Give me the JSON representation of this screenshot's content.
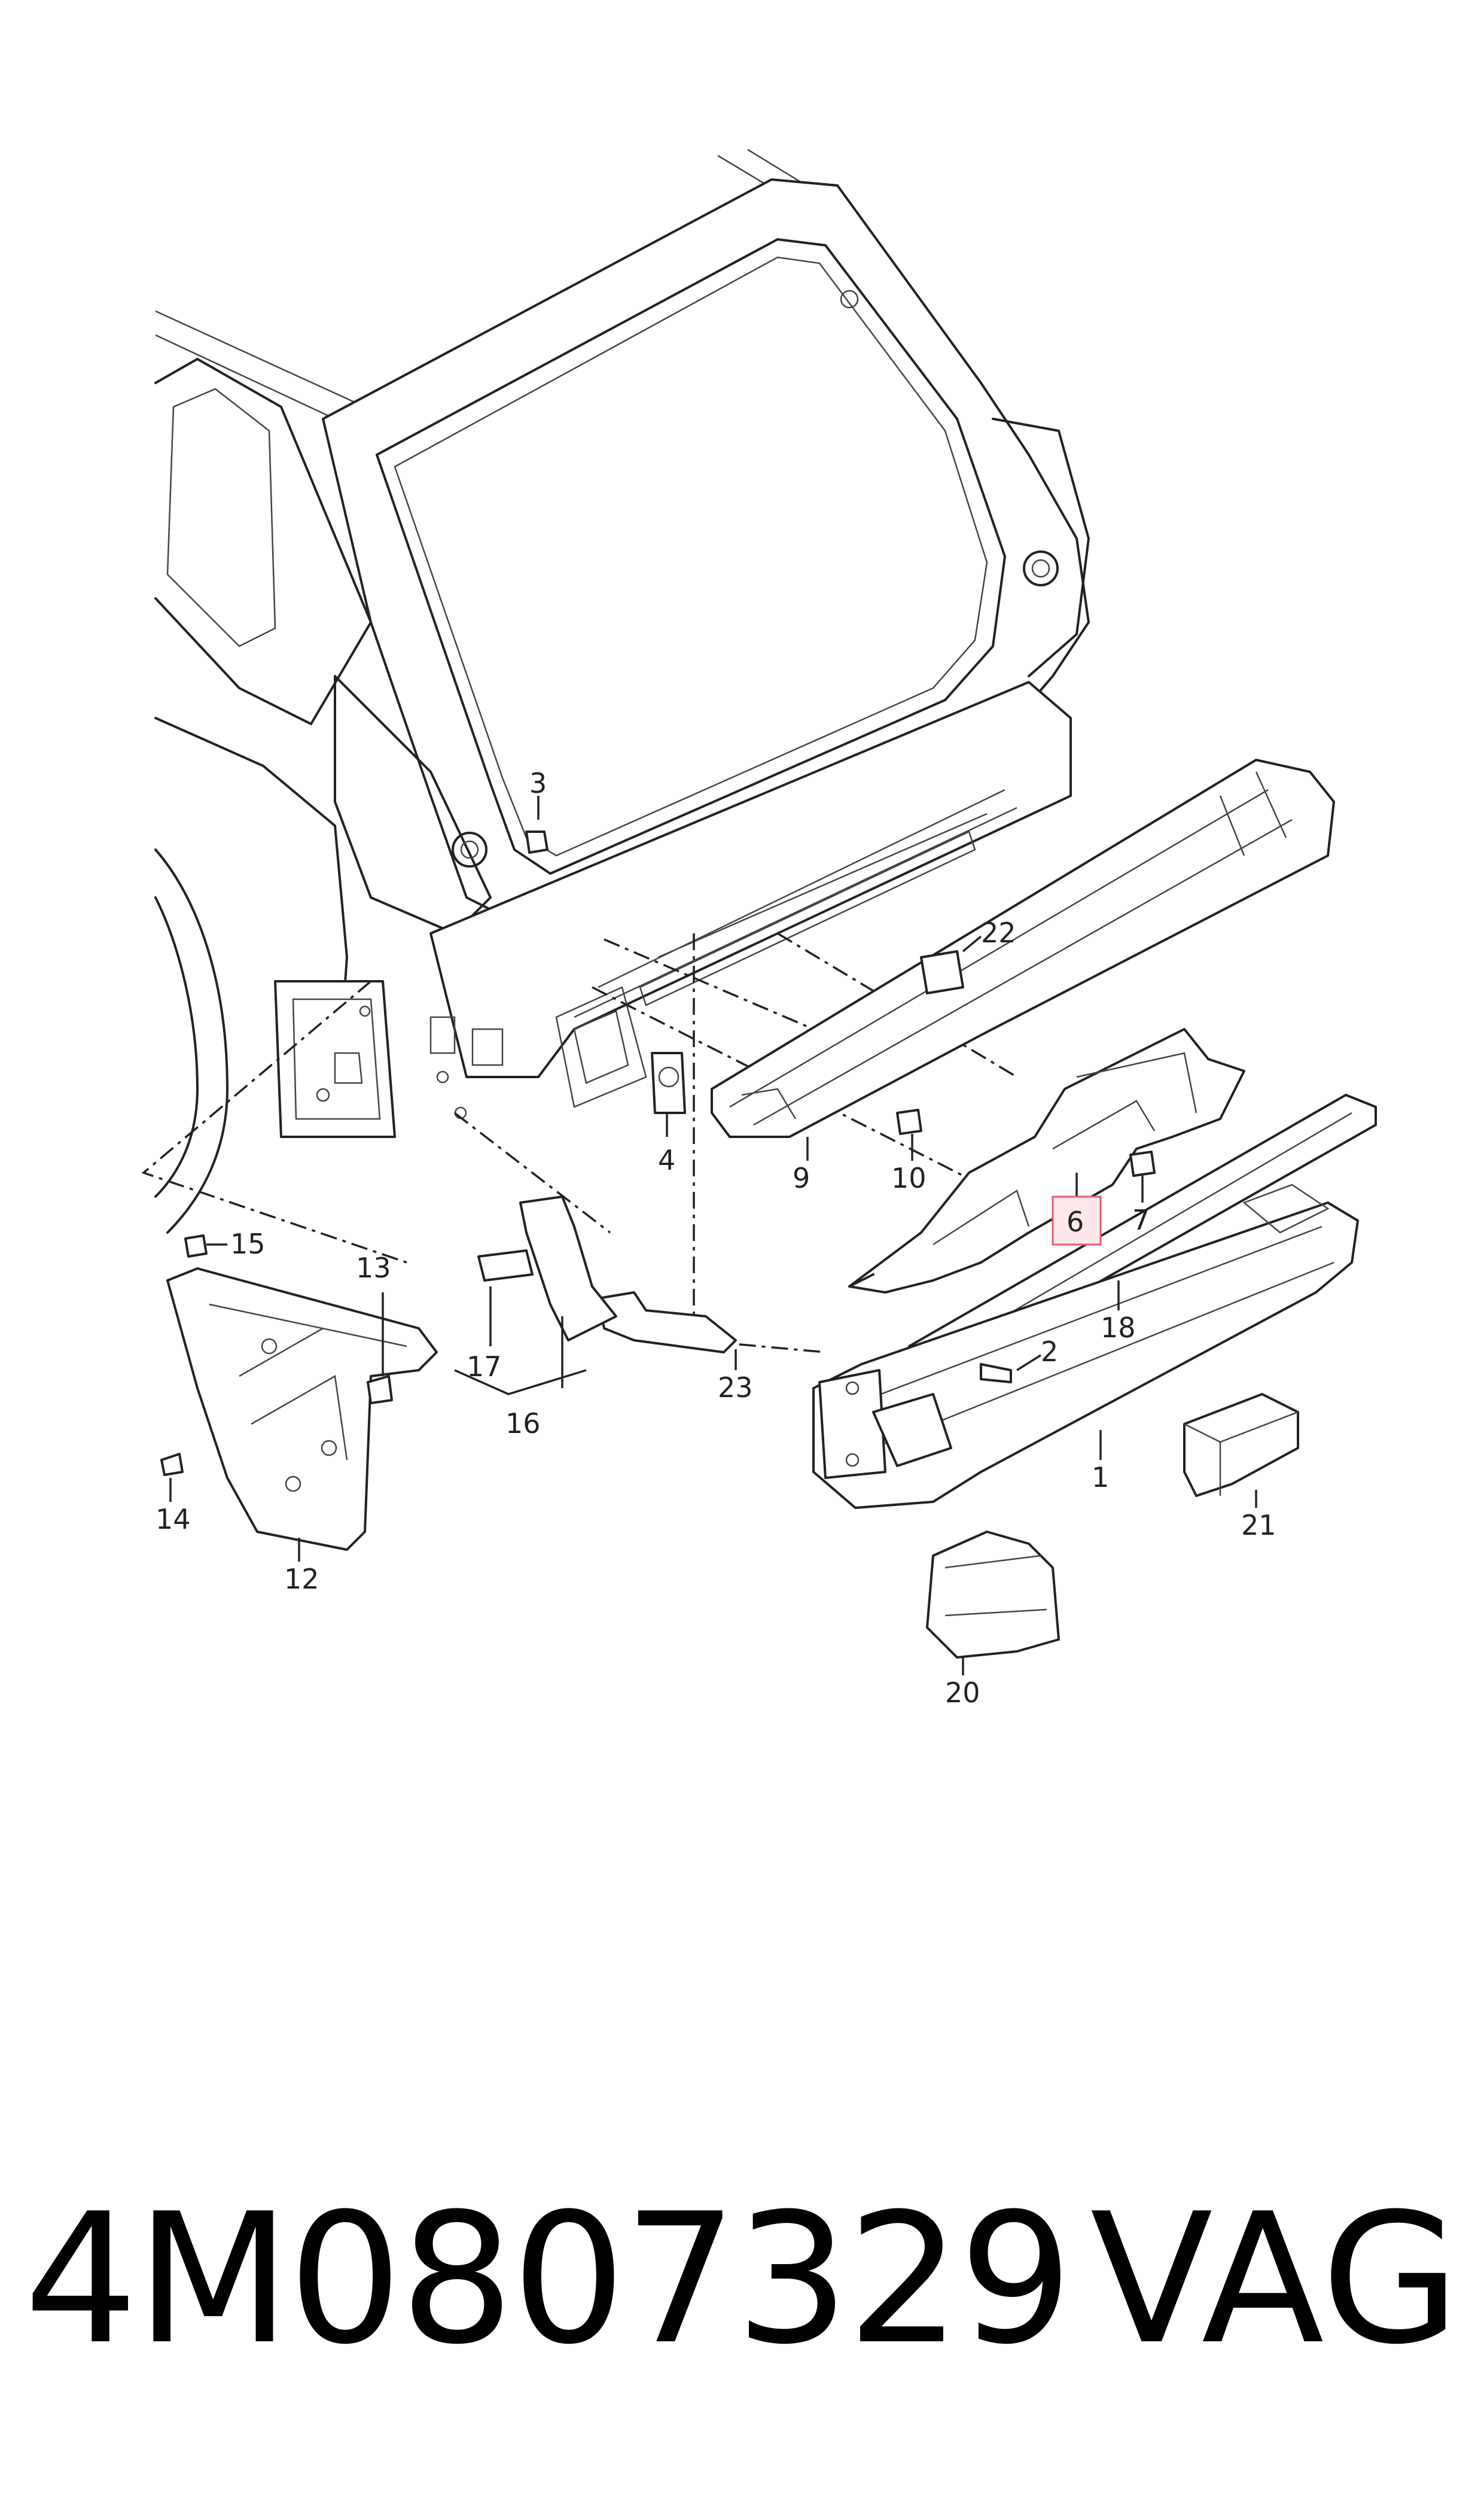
{
  "diagram": {
    "highlighted_callout": "6",
    "callouts": [
      "1",
      "2",
      "3",
      "4",
      "6",
      "7",
      "9",
      "10",
      "12",
      "13",
      "14",
      "15",
      "16",
      "17",
      "18",
      "20",
      "21",
      "22",
      "23"
    ]
  },
  "footer": {
    "part_number": "4M0807329",
    "brand": "VAG"
  },
  "colors": {
    "line": "#222222",
    "highlight_fill": "#fde7ea",
    "highlight_stroke": "#e25d6e"
  }
}
